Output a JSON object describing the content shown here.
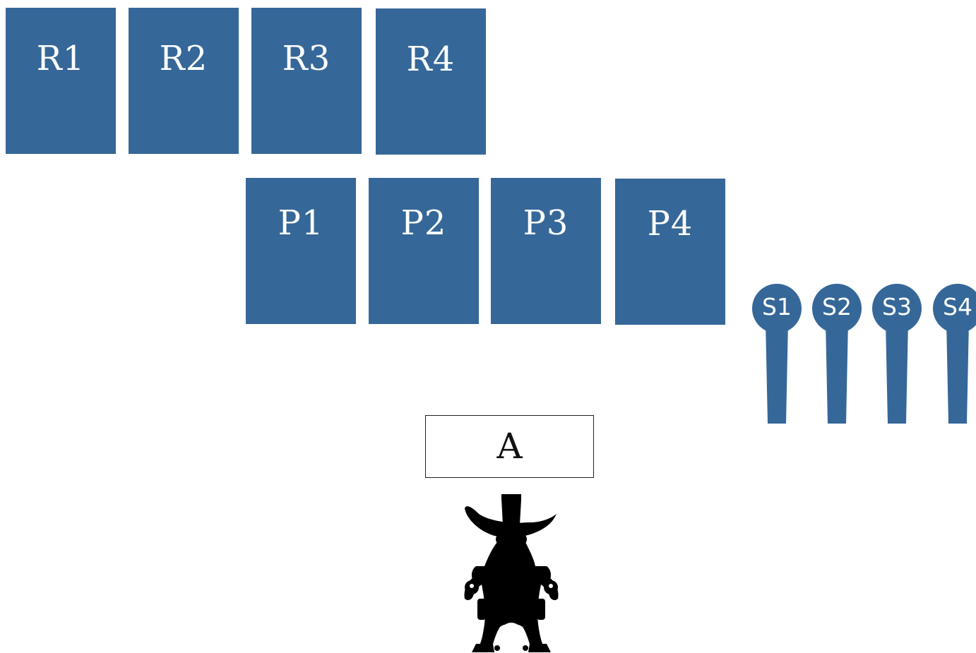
{
  "row_r": {
    "cards": [
      "R1",
      "R2",
      "R3",
      "R4"
    ]
  },
  "row_p": {
    "cards": [
      "P1",
      "P2",
      "P3",
      "P4"
    ]
  },
  "stacks": {
    "items": [
      "S1",
      "S2",
      "S3",
      "S4"
    ]
  },
  "agent_box": {
    "label": "A"
  },
  "colors": {
    "block": "#356799",
    "text_on_block": "#ffffff",
    "figure": "#000000",
    "box_border": "#222222"
  },
  "icons": {
    "figure": "cowboy-silhouette-icon"
  }
}
